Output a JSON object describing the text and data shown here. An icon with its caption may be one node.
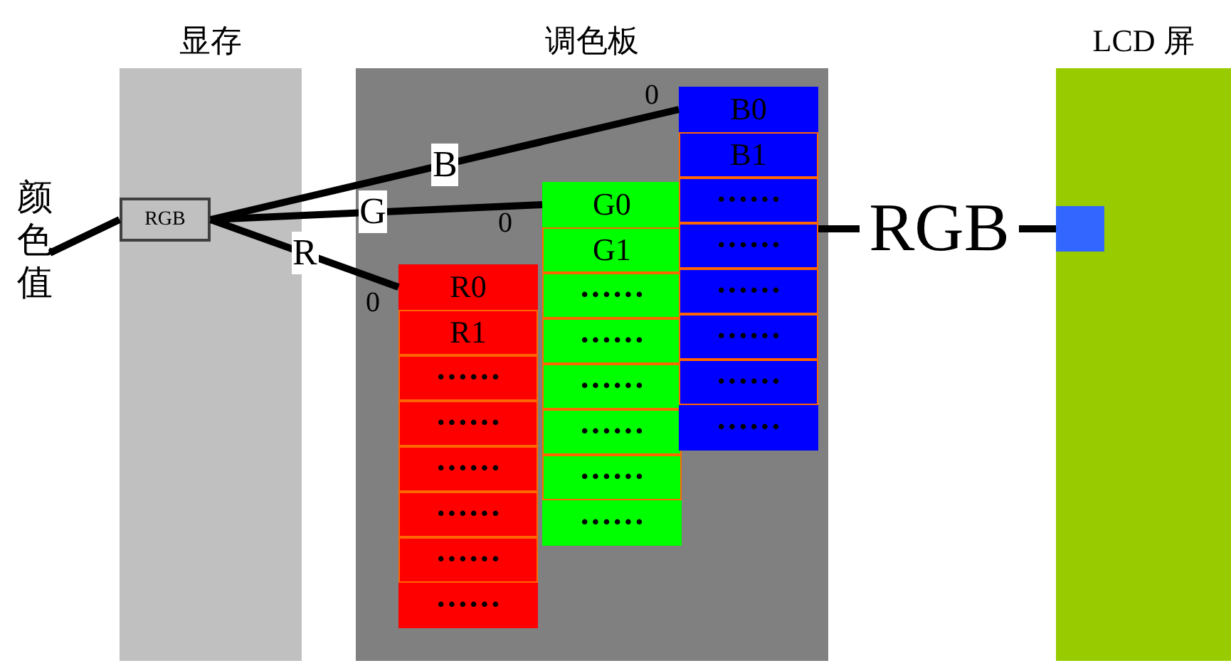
{
  "diagram": {
    "nodes": [
      {
        "text": [
          "显存"
        ]
      },
      {
        "text": [
          "调色板"
        ]
      },
      {
        "text": [
          "LCD 屏"
        ]
      },
      {
        "text": [
          "颜色值"
        ]
      },
      {
        "text": [
          "RGB"
        ],
        "in": 0
      },
      {
        "text": [
          "R0"
        ],
        "in": 1
      },
      {
        "text": [
          "R1"
        ],
        "in": 1
      },
      {
        "text": [
          "••••••"
        ],
        "in": 1
      },
      {
        "text": [
          "••••••"
        ],
        "in": 1
      },
      {
        "text": [
          "••••••"
        ],
        "in": 1
      },
      {
        "text": [
          "••••••"
        ],
        "in": 1
      },
      {
        "text": [
          "••••••"
        ],
        "in": 1
      },
      {
        "text": [
          "••••••"
        ],
        "in": 1
      },
      {
        "text": [
          "G0"
        ],
        "in": 1
      },
      {
        "text": [
          "G1"
        ],
        "in": 1
      },
      {
        "text": [
          "••••••"
        ],
        "in": 1
      },
      {
        "text": [
          "••••••"
        ],
        "in": 1
      },
      {
        "text": [
          "••••••"
        ],
        "in": 1
      },
      {
        "text": [
          "••••••"
        ],
        "in": 1
      },
      {
        "text": [
          "••••••"
        ],
        "in": 1
      },
      {
        "text": [
          "••••••"
        ],
        "in": 1
      },
      {
        "text": [
          "B0"
        ],
        "in": 1
      },
      {
        "text": [
          "B1"
        ],
        "in": 1
      },
      {
        "text": [
          "••••••"
        ],
        "in": 1
      },
      {
        "text": [
          "••••••"
        ],
        "in": 1
      },
      {
        "text": [
          "••••••"
        ],
        "in": 1
      },
      {
        "text": [
          "••••••"
        ],
        "in": 1
      },
      {
        "text": [
          "••••••"
        ],
        "in": 1
      },
      {
        "text": [
          "••••••"
        ],
        "in": 1
      },
      {
        "text": [
          "RGB"
        ]
      },
      {
        "text": [],
        "shape": "box",
        "in": 2
      }
    ],
    "edges": [
      {
        "from": 3,
        "to": 4,
        "arrow": "none"
      },
      {
        "from": 4,
        "to": 21,
        "arrow": "none",
        "label": "B"
      },
      {
        "from": 4,
        "to": 13,
        "arrow": "none",
        "label": "G"
      },
      {
        "from": 4,
        "to": 5,
        "arrow": "none",
        "label": "R"
      },
      {
        "from": 24,
        "to": 29,
        "arrow": "none"
      },
      {
        "from": 29,
        "to": 30,
        "arrow": "none"
      }
    ],
    "labels": [
      "0",
      "0",
      "0"
    ]
  }
}
